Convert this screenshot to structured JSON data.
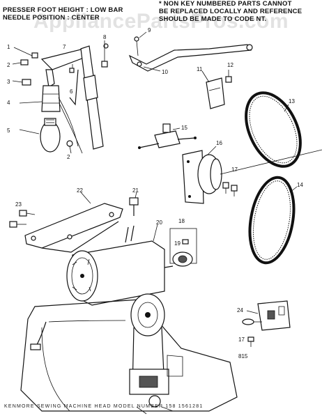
{
  "header": {
    "left_line1": "PRESSER FOOT HEIGHT : LOW BAR",
    "left_line2": "NEEDLE POSITION : CENTER",
    "right_line1": "* NON KEY NUMBERED PARTS CANNOT",
    "right_line2": "BE REPLACED LOCALLY AND REFERENCE",
    "right_line3": "SHOULD BE MADE TO CODE NT."
  },
  "watermark": "AppliancePartsPros.com",
  "footer": "KENMORE SEWING MACHINE HEAD  MODEL NUMBER 158 1561281",
  "callouts": [
    "1",
    "2",
    "3",
    "4",
    "5",
    "6",
    "7",
    "8",
    "9",
    "10",
    "11",
    "12",
    "13",
    "14",
    "15",
    "16",
    "17",
    "18",
    "19",
    "20",
    "21",
    "22",
    "23",
    "24",
    "17",
    "2",
    "815"
  ]
}
